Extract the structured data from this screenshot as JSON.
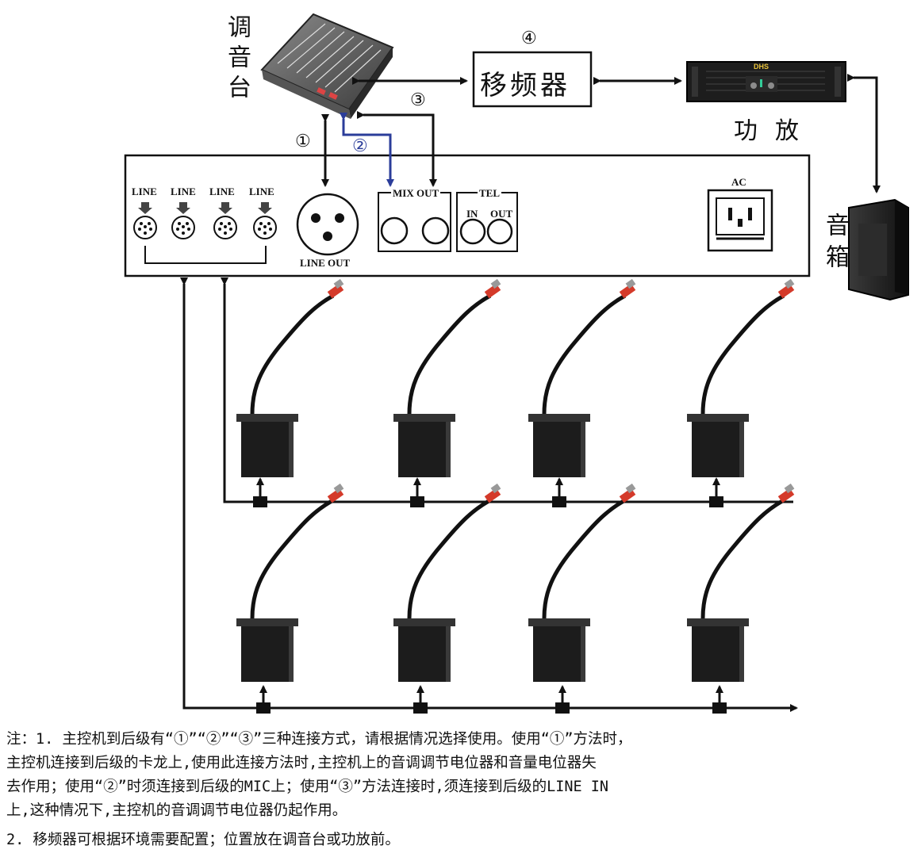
{
  "devices": {
    "mixer_label": "调音台",
    "shifter_label": "移频器",
    "amp_label": "功放",
    "speaker_label": "音箱",
    "amp_brand": "DHS"
  },
  "circled": {
    "c1": "①",
    "c2": "②",
    "c3": "③",
    "c4": "④"
  },
  "panel": {
    "line_labels": [
      "LINE",
      "LINE",
      "LINE",
      "LINE"
    ],
    "line_out": "LINE OUT",
    "mix_out": "MIX OUT",
    "tel": "TEL",
    "tel_in": "IN",
    "tel_out": "OUT",
    "ac": "AC"
  },
  "colors": {
    "line": "#111111",
    "blue": "#2b3d9a",
    "mic_tip": "#d43a2a",
    "unit": "#1a1a1a"
  },
  "notes": {
    "line1": "注：1. 主控机到后级有“①”“②”“③”三种连接方式，请根据情况选择使用。使用“①”方法时，",
    "line2": "主控机连接到后级的卡龙上,使用此连接方法时,主控机上的音调调节电位器和音量电位器失",
    "line3": "去作用；使用“②”时须连接到后级的MIC上；使用“③”方法连接时,须连接到后级的LINE IN",
    "line4": "上,这种情况下,主控机的音调调节电位器仍起作用。",
    "line5": "2. 移频器可根据环境需要配置；位置放在调音台或功放前。"
  }
}
